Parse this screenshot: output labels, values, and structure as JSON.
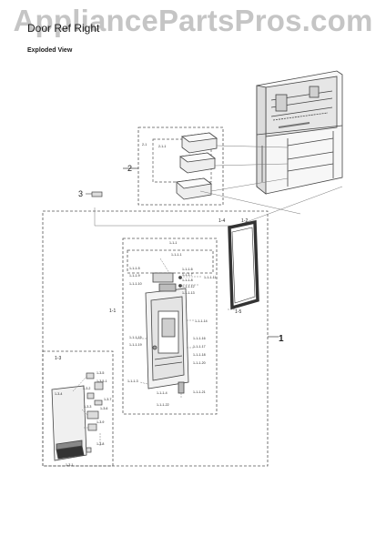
{
  "title": "Door Ref Right",
  "subtitle": "Exploded View",
  "watermark": "AppliancePartsPros.com",
  "callouts": {
    "main_assembly": "1",
    "basket_set": "2",
    "hinge_cover": "3",
    "main_sub_1": "1-1",
    "main_sub_2": "1-2",
    "main_sub_4": "1-4",
    "main_sub_5": "1-5",
    "dispenser_group": "1-3"
  },
  "parts": {
    "basket": [
      "2-1",
      "2-1-1"
    ],
    "door_upper": [
      "1-1-1",
      "1-1-1-1",
      "1-1-1-5",
      "1-1-1-6",
      "1-1-1-7",
      "1-1-1-8",
      "1-1-1-9",
      "1-1-1-10",
      "1-1-1-11",
      "1-1-1-12",
      "1-1-1-13"
    ],
    "door_middle": [
      "1-1-1-14",
      "1-1-1-15",
      "1-1-1-16",
      "1-1-1-17",
      "1-1-1-18",
      "1-1-1-19",
      "1-1-1-20"
    ],
    "door_lower": [
      "1-1-1-3",
      "1-1-1-4",
      "1-1-1-21",
      "1-1-1-22"
    ],
    "dispenser": [
      "1-3-1",
      "1-3-2",
      "1-3-3",
      "1-3-4",
      "1-3-5",
      "1-3-5-1",
      "1-3-6",
      "1-3-7",
      "1-3-8",
      "1-3-9"
    ]
  },
  "colors": {
    "line": "#4a4a4a",
    "dash": "#555555",
    "fill": "#ededed",
    "dark": "#333333",
    "watermark": "#969696"
  }
}
